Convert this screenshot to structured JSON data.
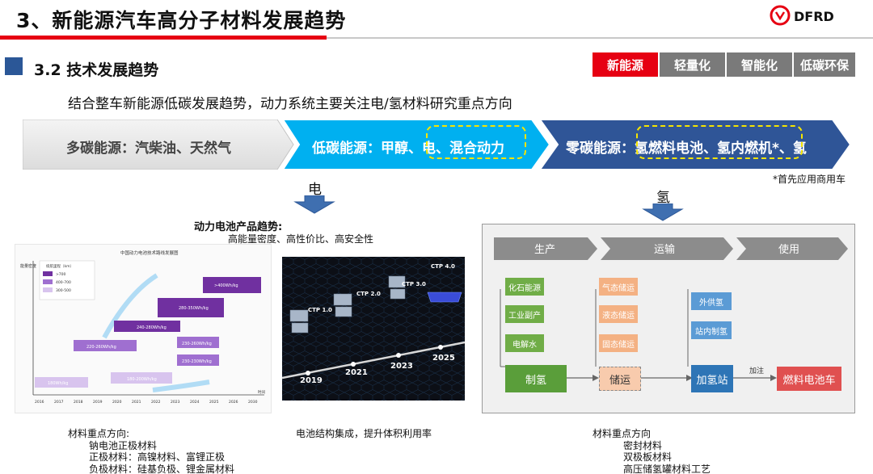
{
  "header": {
    "title": "3、新能源汽车高分子材料发展趋势",
    "logo_text": "DFRD"
  },
  "section": {
    "title": "3.2 技术发展趋势"
  },
  "tags": [
    {
      "label": "新能源",
      "active": true
    },
    {
      "label": "轻量化",
      "active": false
    },
    {
      "label": "智能化",
      "active": false
    },
    {
      "label": "低碳环保",
      "active": false
    }
  ],
  "subtitle": "结合整车新能源低碳发展趋势，动力系统主要关注电/氢材料研究重点方向",
  "energy_flow": {
    "stage1": "多碳能源：汽柴油、天然气",
    "stage2": "低碳能源：甲醇、电、混合动力",
    "stage3": "零碳能源：氢燃料电池、氢内燃机*、氢",
    "note": "*首先应用商用车"
  },
  "electric": {
    "label": "电",
    "trend_title": "动力电池产品趋势:",
    "trend_sub": "高能量密度、高性价比、高安全性",
    "roadmap": {
      "title": "中国动力电池技术路线发展图",
      "y_label": "能量密度",
      "legend_title": "续航里程（km）",
      "legend": [
        ">700",
        "400-700",
        "300-500"
      ],
      "bars": [
        "180Wh/kg",
        "220-260Wh/kg",
        "240-280Wh/kg",
        "280-350Wh/kg",
        ">400Wh/kg",
        "180-200Wh/kg",
        "230-260Wh/kg",
        "230-230Wh/kg"
      ],
      "years": [
        "2016",
        "2017",
        "2018",
        "2019",
        "2020",
        "2021",
        "2022",
        "2023",
        "2024",
        "2025",
        "2026",
        "2030"
      ],
      "x_label": "时间"
    },
    "ctp": {
      "labels": [
        "CTP 1.0",
        "CTP 2.0",
        "CTP 3.0",
        "CTP 4.0"
      ],
      "years": [
        "2019",
        "2021",
        "2023",
        "2025"
      ]
    },
    "caption": "电池结构集成，提升体积利用率",
    "materials_title": "材料重点方向:",
    "materials": [
      "钠电池正极材料",
      "正极材料：高镍材料、富锂正极",
      "负极材料：硅基负极、锂金属材料"
    ]
  },
  "hydrogen": {
    "label": "氢",
    "stages": [
      "生产",
      "运输",
      "使用"
    ],
    "production": [
      "化石能源",
      "工业副产",
      "电解水"
    ],
    "transport": [
      "气态储运",
      "液态储运",
      "固态储运"
    ],
    "usage": [
      "外供氢",
      "站内制氢"
    ],
    "flow": [
      "制氢",
      "储运",
      "加氢站",
      "燃料电池车"
    ],
    "flow_note": "加注",
    "materials_title": "材料重点方向",
    "materials": [
      "密封材料",
      "双极板材料",
      "高压储氢罐材料工艺"
    ]
  },
  "colors": {
    "brand_red": "#e60012",
    "tag_gray": "#7a7a7a",
    "low_carbon": "#00b0f0",
    "zero_carbon": "#2f5597",
    "highlight": "#f5e400",
    "green_box": "#70ad47",
    "orange_box": "#f4b183",
    "blue_box": "#5b9bd5",
    "red_box": "#e05050"
  }
}
